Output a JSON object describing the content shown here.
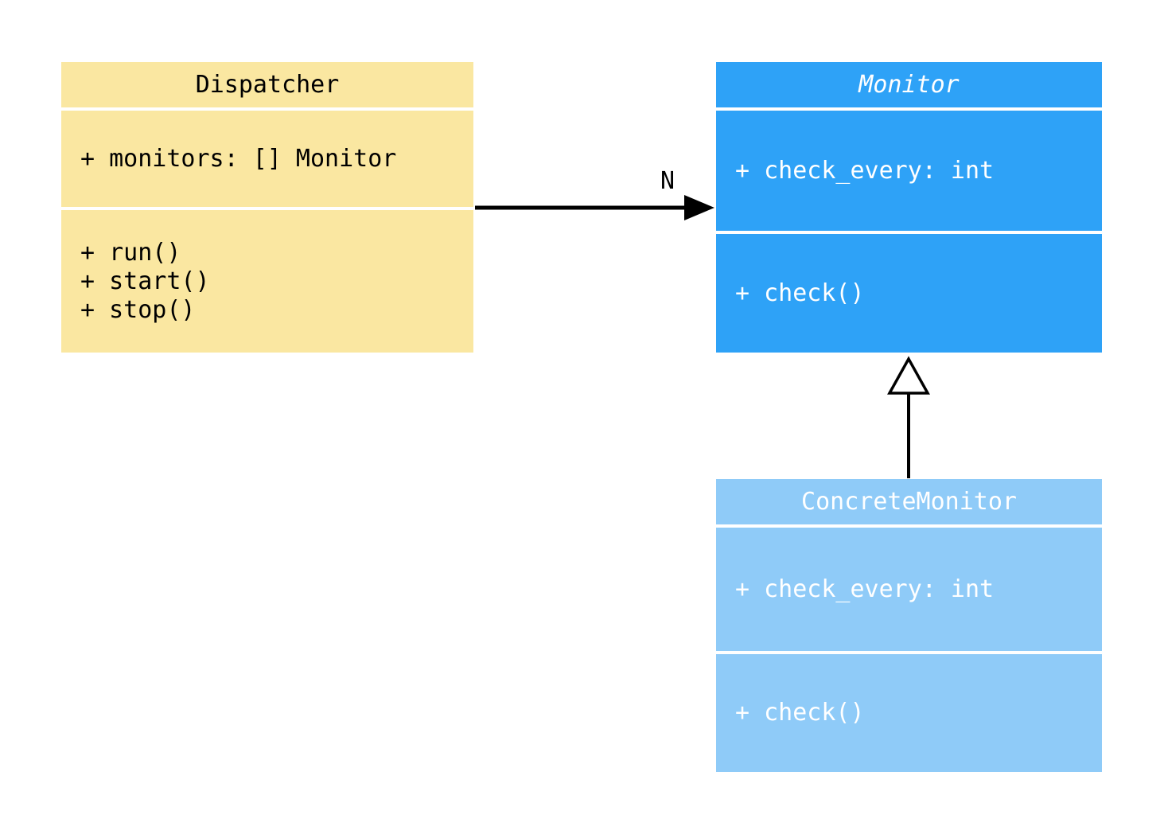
{
  "diagram": {
    "classes": [
      {
        "name": "Dispatcher",
        "title": "Dispatcher",
        "abstract": false,
        "attributes": [
          "+ monitors: [] Monitor"
        ],
        "methods": [
          "+ run()",
          "+ start()",
          "+ stop()"
        ],
        "colors": {
          "bg": "#FAE7A1",
          "text": "#000000"
        }
      },
      {
        "name": "Monitor",
        "title": "Monitor",
        "abstract": true,
        "attributes": [
          "+ check_every: int"
        ],
        "methods": [
          "+ check()"
        ],
        "colors": {
          "bg": "#2EA2F7",
          "text": "#FFFFFF"
        }
      },
      {
        "name": "ConcreteMonitor",
        "title": "ConcreteMonitor",
        "abstract": false,
        "attributes": [
          "+ check_every: int"
        ],
        "methods": [
          "+ check()"
        ],
        "colors": {
          "bg": "#8FCBF8",
          "text": "#FFFFFF"
        }
      }
    ],
    "relationships": [
      {
        "type": "association",
        "from": "Dispatcher",
        "to": "Monitor",
        "label": "N"
      },
      {
        "type": "generalization",
        "from": "ConcreteMonitor",
        "to": "Monitor",
        "label": ""
      }
    ]
  }
}
